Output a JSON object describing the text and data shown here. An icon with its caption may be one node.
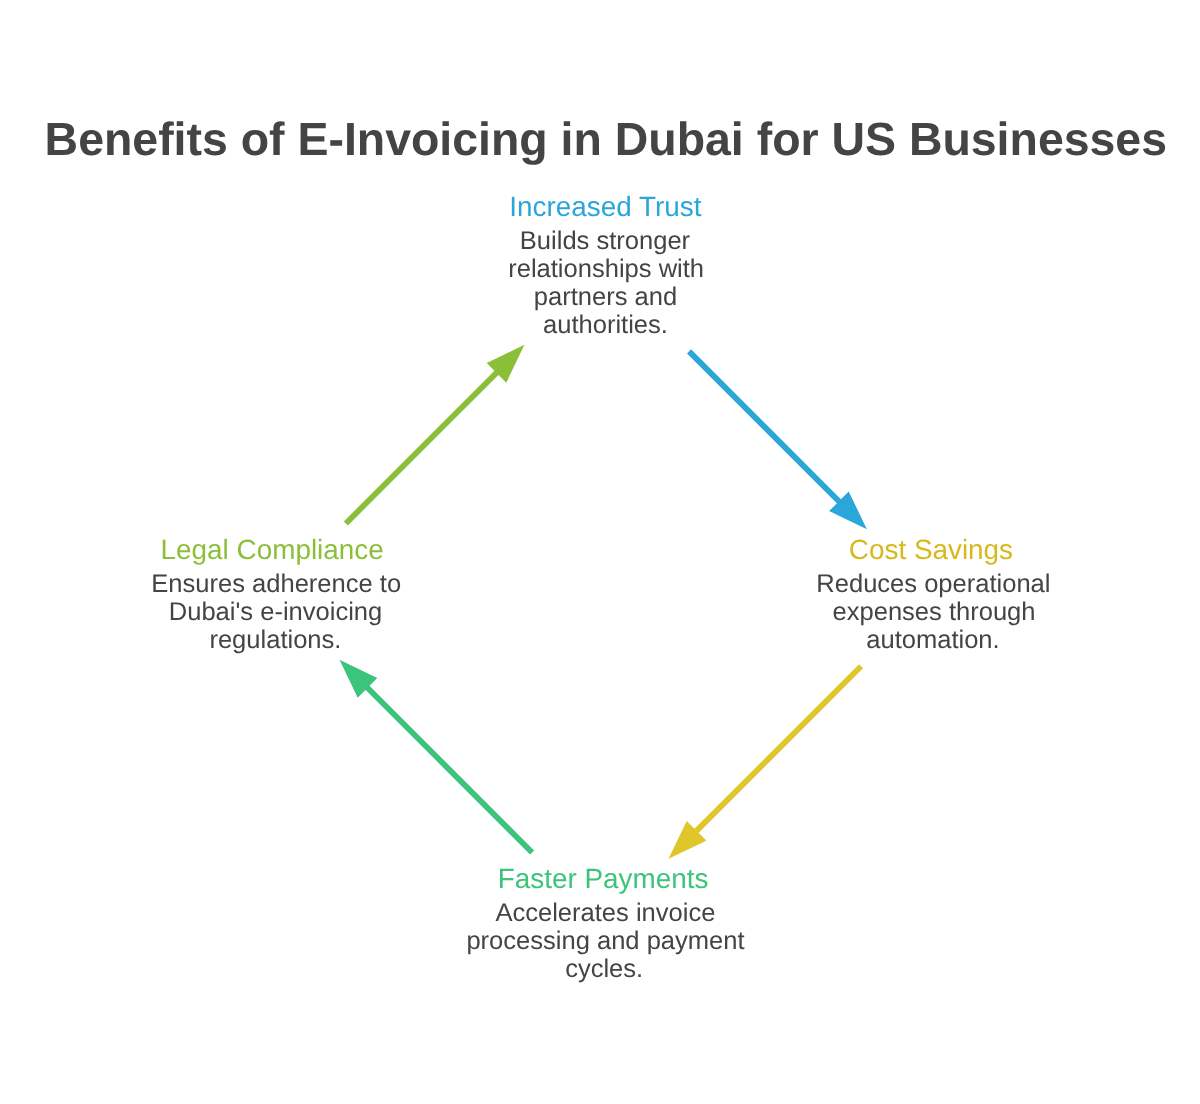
{
  "diagram": {
    "title": "Benefits of E-Invoicing in Dubai for US Businesses",
    "nodes": [
      {
        "text": [
          "Faster Payments",
          "Accelerates invoice processing and payment cycles."
        ]
      },
      {
        "text": [
          "Legal Compliance",
          "Ensures adherence to Dubai's e-invoicing regulations."
        ]
      },
      {
        "text": [
          "Increased Trust",
          "Builds stronger relationships with partners and authorities."
        ]
      },
      {
        "text": [
          "Cost Savings",
          "Reduces operational expenses through automation."
        ]
      }
    ],
    "edges": [
      {
        "from": 0,
        "to": 1,
        "arrow": "to",
        "color": "#3cc47c"
      },
      {
        "from": 1,
        "to": 2,
        "arrow": "to",
        "color": "#8bbf3a"
      },
      {
        "from": 2,
        "to": 3,
        "arrow": "to",
        "color": "#2aa6d8"
      },
      {
        "from": 3,
        "to": 0,
        "arrow": "to",
        "color": "#e0c62a"
      }
    ]
  }
}
